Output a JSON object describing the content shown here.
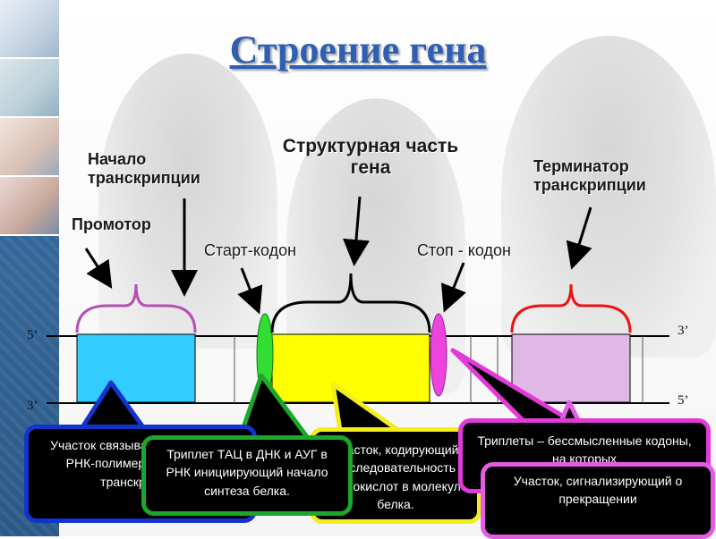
{
  "slide": {
    "title": "Строение гена",
    "labels": {
      "transcription_start": "Начало транскрипции",
      "promoter": "Промотор",
      "structural_part": "Структурная часть гена",
      "start_codon": "Старт-кодон",
      "stop_codon": "Стоп - кодон",
      "terminator": "Терминатор транскрипции"
    },
    "strand_ends": {
      "top_left": "5’",
      "bottom_left": "3’",
      "top_right": "3’",
      "bottom_right": "5’"
    },
    "callouts": {
      "promoter": "Участок связывания фермента РНК-полимеразы, начала транскрипции",
      "start_codon": "Триплет ТАЦ в ДНК и АУГ в РНК инициирующий начало синтеза белка.",
      "structural": "Участок, кодирующий последовательность аминокислот в молекуле белка.",
      "stop_codon": "Триплеты – бессмысленные кодоны, на которых",
      "terminator": "Участок, сигнализирующий о прекращении"
    },
    "colors": {
      "title": "#2f5fb0",
      "promoter_box": "#33ccff",
      "structural_box": "#ffff00",
      "terminator_box": "#e0b8e6",
      "start_codon_oval": "#33dd33",
      "stop_codon_oval": "#ee44dd"
    }
  }
}
